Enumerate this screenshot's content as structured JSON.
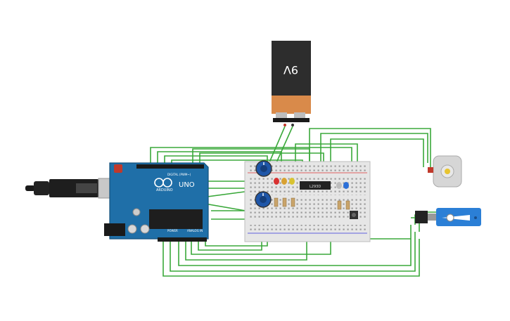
{
  "battery": {
    "label": "9V"
  },
  "arduino": {
    "brand": "ARDUINO",
    "model": "UNO",
    "digital_label": "DIGITAL (PWM~)",
    "power_label": "POWER",
    "analog_label": "ANALOG IN"
  },
  "chip": {
    "label": "L293D"
  },
  "colors": {
    "wire": "#3aa83a",
    "board": "#1f6fa8",
    "breadboard": "#e6e6e6",
    "battery_top": "#2d2d2d",
    "battery_bottom": "#d98a4a",
    "servo": "#2b7fd6"
  }
}
